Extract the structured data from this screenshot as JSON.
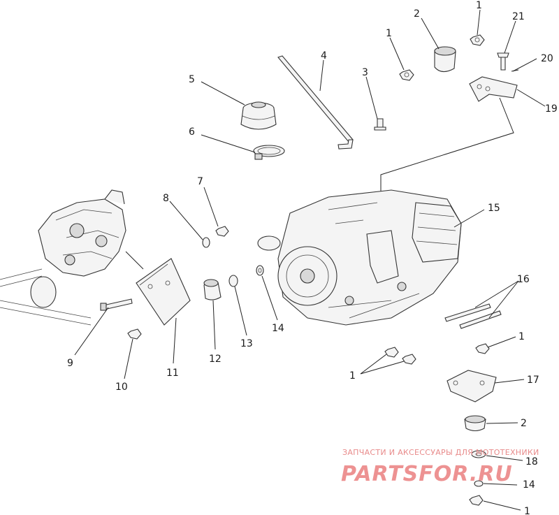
{
  "callouts": [
    "1",
    "2",
    "1",
    "21",
    "20",
    "19",
    "4",
    "3",
    "5",
    "6",
    "7",
    "8",
    "15",
    "16",
    "1",
    "9",
    "10",
    "11",
    "12",
    "13",
    "14",
    "1",
    "17",
    "2",
    "18",
    "14",
    "1"
  ],
  "watermark": {
    "tagline": "ЗАПЧАСТИ И АКСЕССУАРЫ ДЛЯ МОТОТЕХНИКИ",
    "brand": "PARTSFOR.RU"
  }
}
